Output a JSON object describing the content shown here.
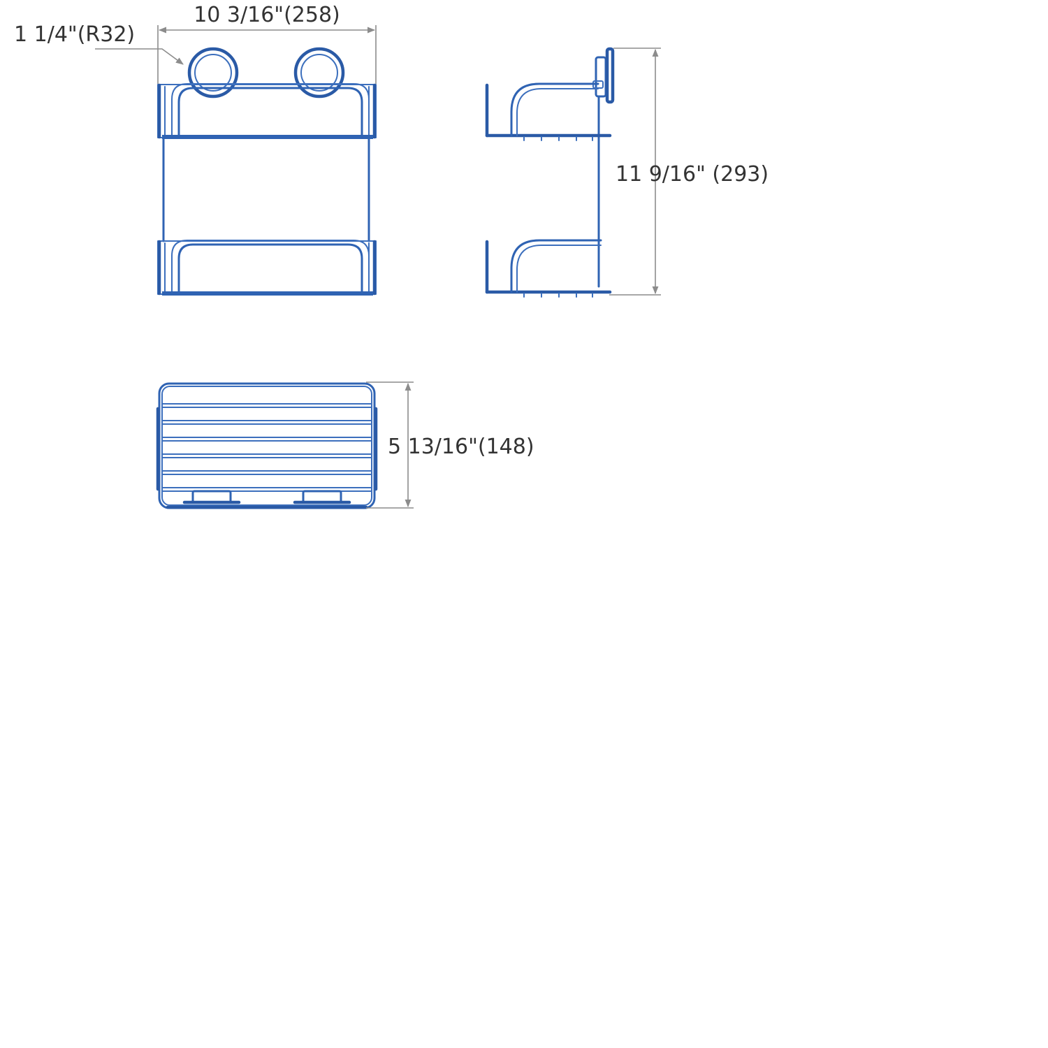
{
  "dimensions": {
    "width": "10 3/16\"(258)",
    "radius": "1 1/4\"(R32)",
    "height": "11 9/16\" (293)",
    "depth": "5 13/16\"(148)"
  },
  "colors": {
    "outline": "#2f63b3",
    "dimension_line": "#8c8c8c",
    "text": "#333333"
  }
}
